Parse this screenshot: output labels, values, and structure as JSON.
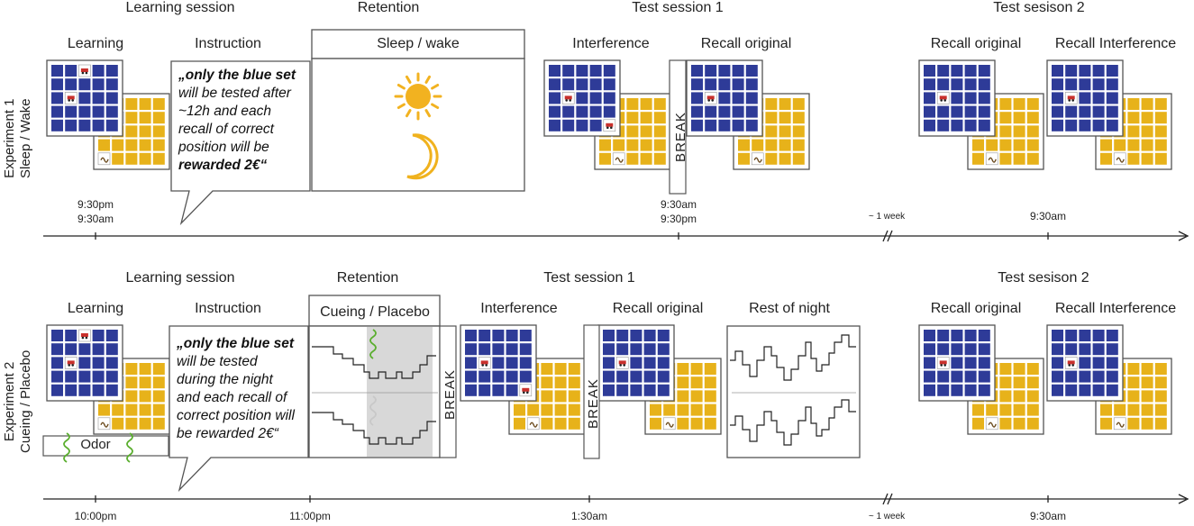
{
  "colors": {
    "blue": "#2E3B98",
    "yellow": "#E7B21A",
    "grey": "#d8d8d8",
    "odor_green": "#5AAE2E",
    "sun": "#F2B220",
    "moon": "#F0B21E"
  },
  "exp1": {
    "label_line1": "Experiment 1",
    "label_line2": "Sleep / Wake",
    "learning_session": "Learning session",
    "retention": "Retention",
    "test_session_1": "Test session 1",
    "test_session_2": "Test sesison 2",
    "learning": "Learning",
    "instruction": "Instruction",
    "sleep_wake": "Sleep / wake",
    "interference": "Interference",
    "recall_original": "Recall original",
    "recall_original_2": "Recall original",
    "recall_interference": "Recall Interference",
    "break": "BREAK",
    "instr_l1": "„only the blue set",
    "instr_l2": "will be tested after",
    "instr_l3": "~12h and each",
    "instr_l4": "recall of correct",
    "instr_l5": "position will be",
    "instr_l6": "rewarded 2€“",
    "time_learn_1": "9:30pm",
    "time_learn_2": "9:30am",
    "time_test_1": "9:30am",
    "time_test_2": "9:30pm",
    "one_week": "~ 1 week",
    "time_test2": "9:30am"
  },
  "exp2": {
    "label_line1": "Experiment 2",
    "label_line2": "Cueing / Placebo",
    "learning_session": "Learning session",
    "retention": "Retention",
    "test_session_1": "Test session 1",
    "test_session_2": "Test sesison 2",
    "learning": "Learning",
    "instruction": "Instruction",
    "cueing_placebo": "Cueing / Placebo",
    "interference": "Interference",
    "recall_original": "Recall original",
    "rest_of_night": "Rest of night",
    "recall_original_2": "Recall original",
    "recall_interference": "Recall Interference",
    "break": "BREAK",
    "odor": "Odor",
    "instr_l1": "„only the blue set",
    "instr_l2": "will be tested",
    "instr_l3": "during the night",
    "instr_l4": "and each recall of",
    "instr_l5": "correct position will",
    "instr_l6": "be rewarded 2€“",
    "time_1": "10:00pm",
    "time_2": "11:00pm",
    "time_3": "1:30am",
    "one_week": "~ 1 week",
    "time_4": "9:30am"
  }
}
